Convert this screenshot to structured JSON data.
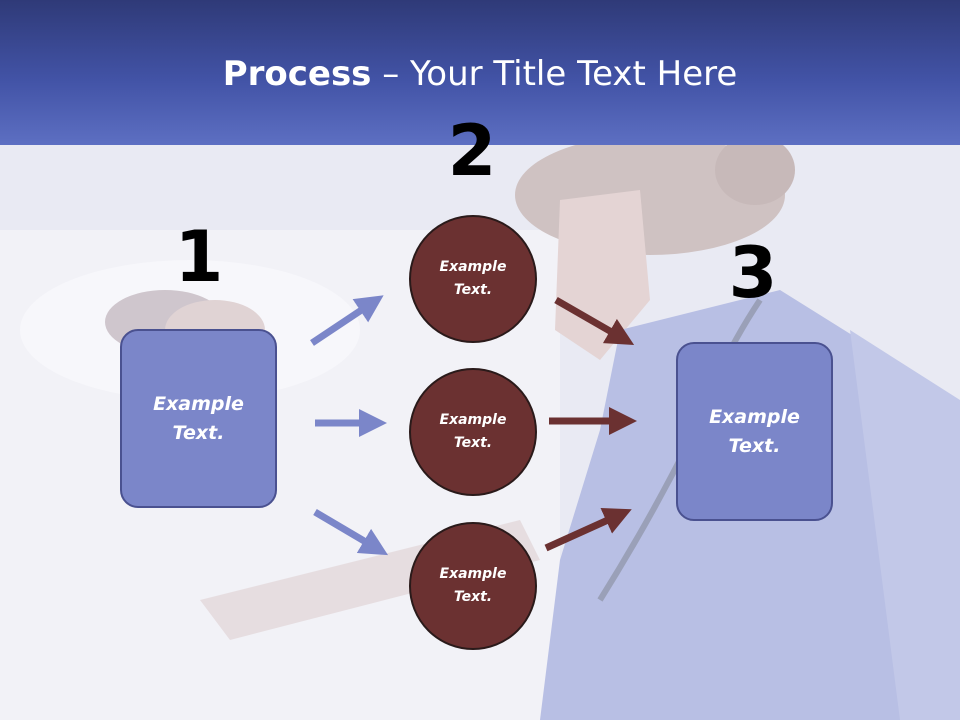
{
  "title": {
    "bold": "Process",
    "rest": " – Your Title Text Here"
  },
  "steps": {
    "one": "1",
    "two": "2",
    "three": "3"
  },
  "box_left": {
    "text": "Example\nText."
  },
  "box_right": {
    "text": "Example\nText."
  },
  "circles": [
    {
      "text": "Example\nText."
    },
    {
      "text": "Example\nText."
    },
    {
      "text": "Example\nText."
    }
  ],
  "colors": {
    "header": "#4253a6",
    "box": "#7b86c9",
    "circle": "#6b3131",
    "blue_arrow": "#7b86c9",
    "red_arrow": "#6b3131"
  }
}
